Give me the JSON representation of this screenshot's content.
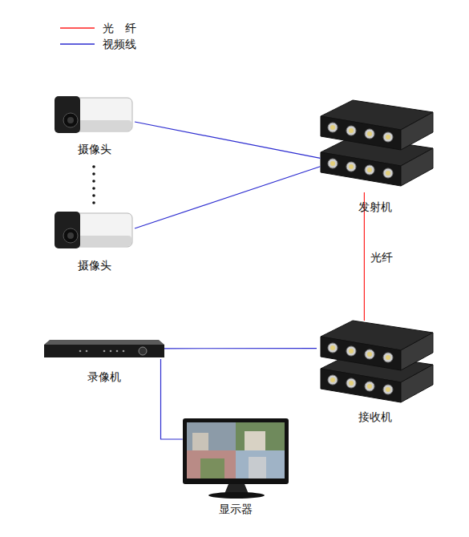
{
  "diagram": {
    "nodes": [
      {
        "text": [
          "摄像头"
        ]
      },
      {
        "text": [
          "摄像头"
        ]
      },
      {
        "text": [
          "发射机"
        ]
      },
      {
        "text": [
          "录像机"
        ]
      },
      {
        "text": [
          "接收机"
        ]
      },
      {
        "text": [
          "显示器"
        ]
      }
    ],
    "edges": [
      {
        "from": 0,
        "to": 2,
        "arrow": "none"
      },
      {
        "from": 1,
        "to": 2,
        "arrow": "none"
      },
      {
        "from": 2,
        "to": 4,
        "arrow": "none",
        "label": "光纤"
      },
      {
        "from": 3,
        "to": 4,
        "arrow": "none"
      },
      {
        "from": 3,
        "to": 5,
        "arrow": "none"
      }
    ],
    "legend": [
      {
        "text": "光　纤"
      },
      {
        "text": "视频线"
      }
    ]
  }
}
